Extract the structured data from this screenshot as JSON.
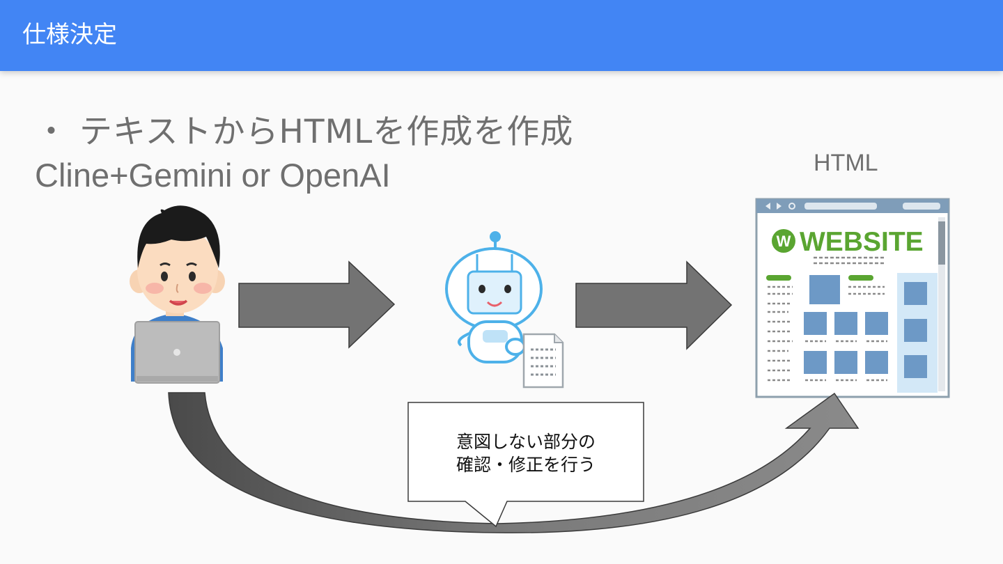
{
  "header": {
    "title": "仕様決定"
  },
  "content": {
    "bullet": "・ テキストからHTMLを作成を作成",
    "subline": "Cline+Gemini or OpenAI",
    "output_label": "HTML"
  },
  "website_mock": {
    "logo_letter": "W",
    "heading": "WEBSITE"
  },
  "callout": {
    "line1": "意図しない部分の",
    "line2": "確認・修正を行う"
  },
  "colors": {
    "header_bg": "#4285f4",
    "arrow_fill": "#737373",
    "website_green": "#5aa531",
    "robot_blue": "#4db1e9"
  }
}
